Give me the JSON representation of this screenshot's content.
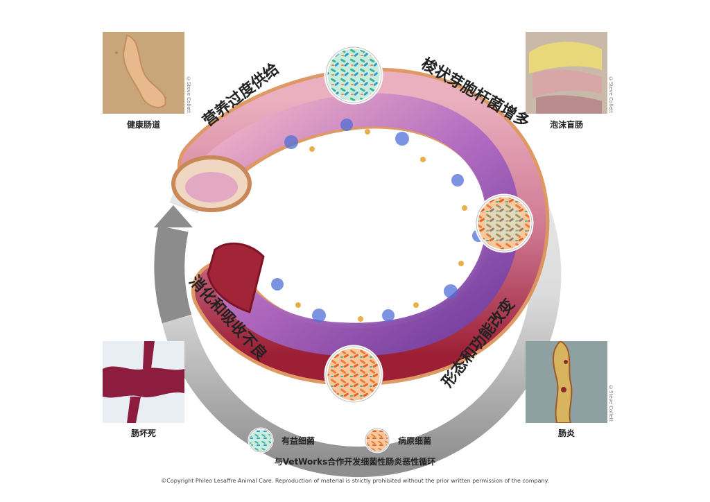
{
  "cycle_stages": [
    {
      "label": "营养过度供给"
    },
    {
      "label": "梭状芽胞杆菌增多"
    },
    {
      "label": "形态和功能改变"
    },
    {
      "label": "消化和吸收不良"
    }
  ],
  "corner_photos": [
    {
      "label": "健康肠道",
      "credit": "©Steve Collett"
    },
    {
      "label": "泡沫盲肠",
      "credit": "©Steve Collett"
    },
    {
      "label": "肠坏死"
    },
    {
      "label": "肠炎",
      "credit": "©Steve Collett"
    }
  ],
  "legend": [
    {
      "label": "有益细菌",
      "color": "#46b8a8"
    },
    {
      "label": "病原细菌",
      "color": "#f07f3c"
    }
  ],
  "footer": {
    "title": "与VetWorks合作开发细菌性肠炎恶性循环",
    "copyright": "©Copyright Phileo Lesaffre Animal Care. Reproduction of material is strictly prohibited without the prior written permission of the company."
  },
  "colors": {
    "ring": "#dedede",
    "ring_dark": "#9b9b9b",
    "healthy_tissue": "#e79ab0",
    "diseased_tissue": "#a2283a",
    "villi_purple": "#8e4fb4"
  }
}
